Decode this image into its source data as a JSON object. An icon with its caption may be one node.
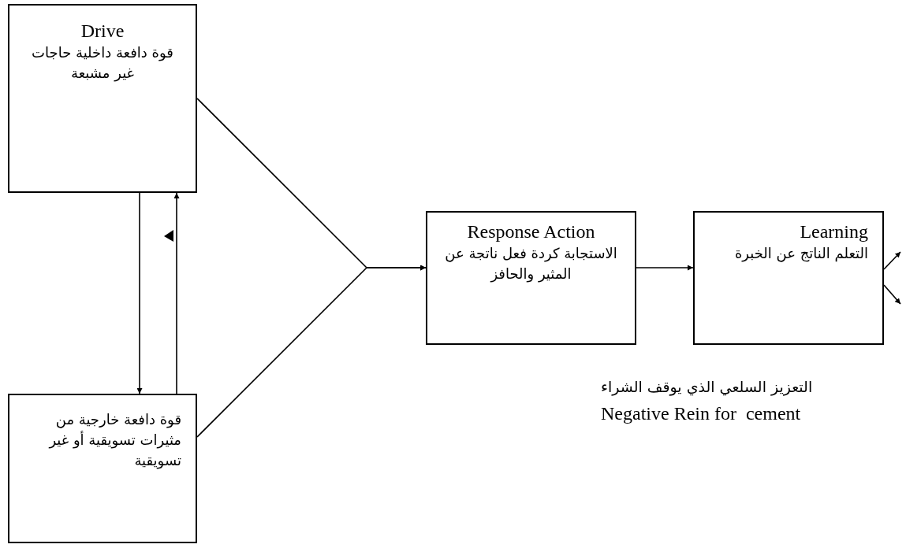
{
  "diagram": {
    "nodes": [
      {
        "text": [
          "Drive",
          "قوة دافعة داخلية حاجات غير مشبعة"
        ]
      },
      {
        "text": [
          "قوة دافعة خارجية من مثيرات تسويقية أو غير تسويقية"
        ]
      },
      {
        "text": [
          "Response Action",
          "الاستجابة كردة فعل ناتجة عن المثير والحافز"
        ]
      },
      {
        "text": [
          "Learning",
          "التعلم الناتج عن الخبرة"
        ]
      }
    ],
    "edges": [
      {
        "from": 0,
        "to": 1,
        "arrow": "to"
      },
      {
        "from": 1,
        "to": 0,
        "arrow": "to"
      },
      {
        "from": 0,
        "to": 2,
        "arrow": "to"
      },
      {
        "from": 1,
        "to": 2,
        "arrow": "to"
      },
      {
        "from": 2,
        "to": 3,
        "arrow": "to"
      },
      {
        "from": 3,
        "to": null,
        "arrow": "to"
      },
      {
        "from": 3,
        "to": null,
        "arrow": "to"
      }
    ],
    "labels": [
      "التعزيز السلعي الذي يوقف الشراء",
      "Negative Rein for  cement"
    ]
  }
}
